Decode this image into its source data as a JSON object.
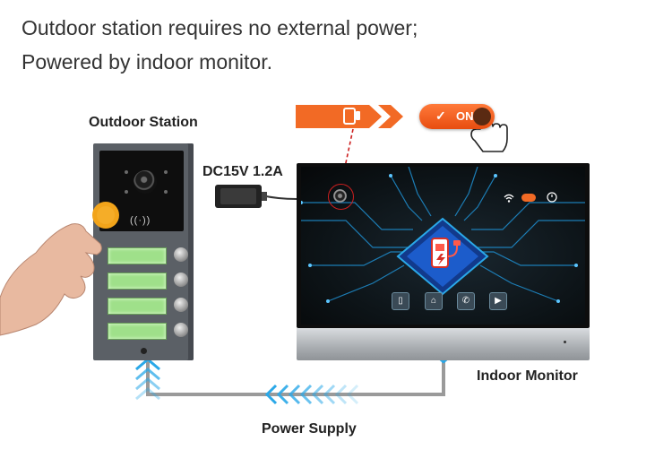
{
  "headline": {
    "line1": "Outdoor station requires no external power;",
    "line2": "Powered by indoor monitor."
  },
  "labels": {
    "outdoor_station": "Outdoor Station",
    "adapter": "DC15V 1.2A",
    "indoor_monitor": "Indoor Monitor",
    "power_supply": "Power Supply"
  },
  "outdoor_panel": {
    "rfid_symbol": "((·))",
    "name_slots": 4,
    "call_buttons": 4
  },
  "on_button": {
    "label": "ON",
    "check": "✓"
  },
  "monitor": {
    "status_icons": [
      "wifi-icon",
      "toggle-icon",
      "power-icon"
    ],
    "nav_icons": [
      "doorbell-icon",
      "camera-icon",
      "phone-icon",
      "play-icon"
    ],
    "nav_glyphs": [
      "▯",
      "⌂",
      "✆",
      "▶"
    ]
  },
  "colors": {
    "orange": "#f26a25",
    "cyan": "#2aa8e8",
    "red": "#cc1f1f",
    "wire": "#9a9a9a"
  }
}
